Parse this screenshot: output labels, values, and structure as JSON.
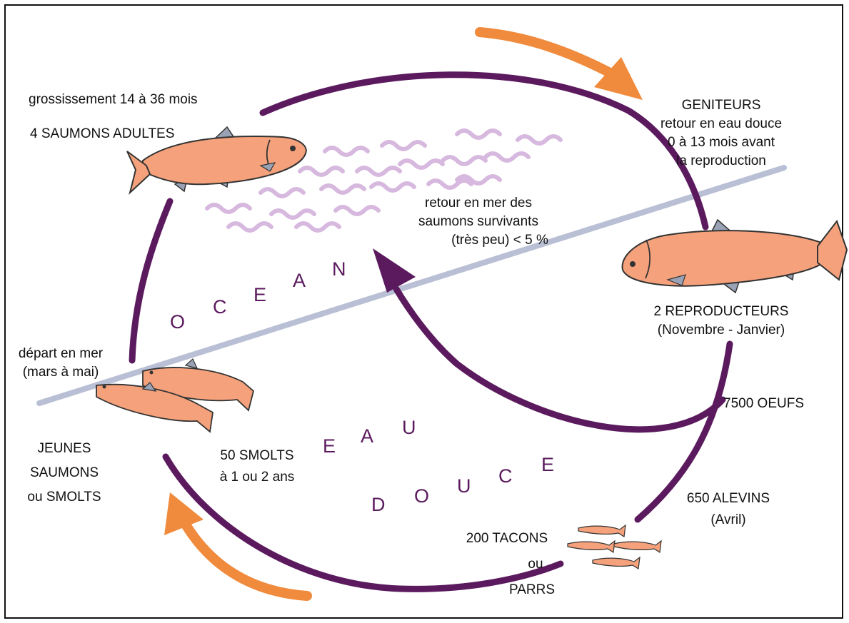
{
  "colors": {
    "cycle": "#5b1a5e",
    "arrow": "#f08a3c",
    "fish_body": "#f5a27c",
    "fish_fin": "#9aa3b5",
    "waves": "#d7b8de",
    "divider": "#b9bfd4"
  },
  "labels": {
    "grossissement": "grossissement 14 à 36 mois",
    "adultes": "4 SAUMONS ADULTES",
    "geniteurs": [
      "GENITEURS",
      "retour en eau douce",
      "0 à 13 mois avant",
      "la reproduction"
    ],
    "retour_mer": [
      "retour en mer des",
      "saumons survivants",
      "(très peu) < 5 %"
    ],
    "reproducteurs": [
      "2 REPRODUCTEURS",
      "(Novembre - Janvier)"
    ],
    "depart": [
      "départ en mer",
      "(mars à mai)"
    ],
    "oeufs": "7500 OEUFS",
    "jeunes": [
      "JEUNES",
      "SAUMONS",
      "ou SMOLTS"
    ],
    "smolts": [
      "50 SMOLTS",
      "à 1 ou 2 ans"
    ],
    "alevins": [
      "650 ALEVINS",
      "(Avril)"
    ],
    "tacons": [
      "200 TACONS",
      "ou",
      "PARRS"
    ]
  },
  "zones": {
    "ocean": [
      "O",
      "C",
      "E",
      "A",
      "N"
    ],
    "eau": [
      "E",
      "A",
      "U"
    ],
    "douce": [
      "D",
      "O",
      "U",
      "C",
      "E"
    ]
  },
  "icons": [
    "salmon-adult-icon",
    "salmon-spawner-icon",
    "smolt-icon",
    "parr-icon",
    "orange-arrow-icon",
    "wave-icon"
  ]
}
